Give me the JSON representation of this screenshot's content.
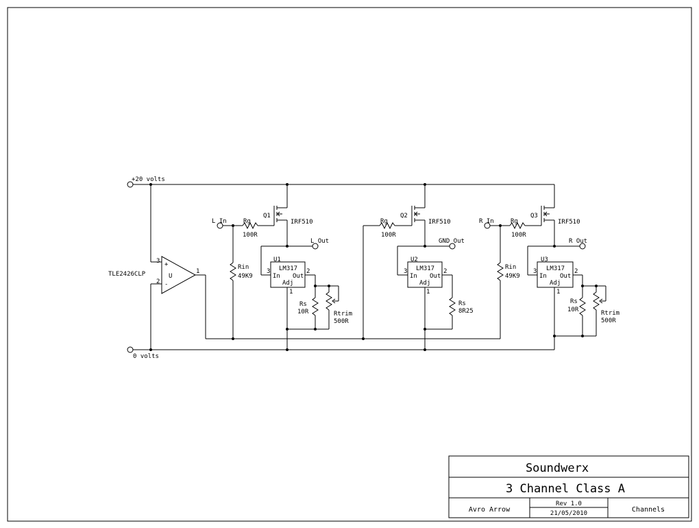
{
  "rails": {
    "positive": "+20 volts",
    "ground": "0 volts"
  },
  "opamp": {
    "part": "TLE2426CLP",
    "symbol": "U",
    "plus": "+",
    "minus": "-",
    "pin_plus": "3",
    "pin_minus": "2",
    "pin_out": "1"
  },
  "channels": [
    {
      "input": "L In",
      "output": "L Out",
      "mosfet_ref": "Q1",
      "mosfet_part": "IRF510",
      "rg_ref": "Rg",
      "rg_val": "100R",
      "rin_ref": "Rin",
      "rin_val": "49K9",
      "reg_ref": "U1",
      "reg_part": "LM317",
      "reg_in": "In",
      "reg_out": "Out",
      "reg_adj": "Adj",
      "pin_in": "3",
      "pin_out": "2",
      "pin_adj": "1",
      "rs_ref": "Rs",
      "rs_val": "10R",
      "rtrim_ref": "Rtrim",
      "rtrim_val": "500R"
    },
    {
      "input": "",
      "output": "GND Out",
      "mosfet_ref": "Q2",
      "mosfet_part": "IRF510",
      "rg_ref": "Rg",
      "rg_val": "100R",
      "reg_ref": "U2",
      "reg_part": "LM317",
      "reg_in": "In",
      "reg_out": "Out",
      "reg_adj": "Adj",
      "pin_in": "3",
      "pin_out": "2",
      "pin_adj": "1",
      "rs_ref": "Rs",
      "rs_val": "8R25"
    },
    {
      "input": "R In",
      "output": "R Out",
      "mosfet_ref": "Q3",
      "mosfet_part": "IRF510",
      "rg_ref": "Rg",
      "rg_val": "100R",
      "rin_ref": "Rin",
      "rin_val": "49K9",
      "reg_ref": "U3",
      "reg_part": "LM317",
      "reg_in": "In",
      "reg_out": "Out",
      "reg_adj": "Adj",
      "pin_in": "3",
      "pin_out": "2",
      "pin_adj": "1",
      "rs_ref": "Rs",
      "rs_val": "10R",
      "rtrim_ref": "Rtrim",
      "rtrim_val": "500R"
    }
  ],
  "title_block": {
    "company": "Soundwerx",
    "title": "3 Channel Class A",
    "author": "Avro Arrow",
    "revision": "Rev 1.0",
    "date": "21/05/2010",
    "sheet": "Channels"
  }
}
